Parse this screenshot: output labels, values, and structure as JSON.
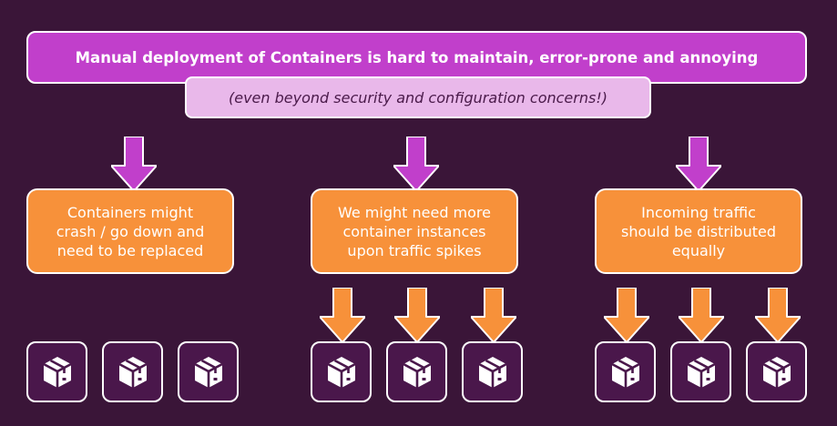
{
  "banner": {
    "title": "Manual deployment of Containers is hard to maintain, error-prone and annoying",
    "subtitle": "(even beyond security and configuration concerns!)"
  },
  "problems": [
    {
      "lines": [
        "Containers might",
        "crash / go down and",
        "need to be replaced"
      ]
    },
    {
      "lines": [
        "We might need more",
        "container instances",
        "upon traffic spikes"
      ]
    },
    {
      "lines": [
        "Incoming traffic",
        "should be distributed",
        "equally"
      ]
    }
  ],
  "icons": {
    "container": "package-cube-icon"
  },
  "colors": {
    "background": "#3a1538",
    "banner": "#c13fcb",
    "subbanner": "#e9b8ea",
    "problem_box": "#f7913a",
    "magenta_arrow": "#c13fcb",
    "orange_arrow": "#f7913a",
    "tile": "#4a174b"
  }
}
